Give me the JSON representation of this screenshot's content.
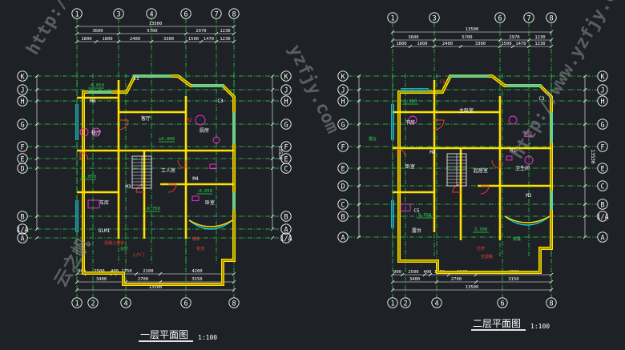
{
  "plans": [
    {
      "title": "一层平面图",
      "scale": "1:100",
      "overall_width": "13500",
      "overall_depth": "13530",
      "grid_top": [
        "1",
        "3",
        "4",
        "6",
        "7",
        "8"
      ],
      "grid_bottom": [
        "1",
        "2",
        "4",
        "6",
        "8"
      ],
      "grid_left": [
        "K",
        "J",
        "H",
        "G",
        "F",
        "E",
        "D",
        "B",
        "A",
        "1/A"
      ],
      "grid_right": [
        "K",
        "J",
        "H",
        "G",
        "F",
        "E",
        "C",
        "B",
        "1/A",
        "A"
      ],
      "dims_top_1": [
        "3600",
        "5700",
        "2970",
        "1230"
      ],
      "dims_top_2": [
        "1800",
        "1800",
        "2400",
        "3300",
        "1500",
        "1470",
        "1230"
      ],
      "dims_bottom_1": [
        "900",
        "2500",
        "400",
        "1750",
        "2100",
        "4200"
      ],
      "dims_bottom_2": [
        "3400",
        "2700",
        "3150"
      ],
      "rooms": [
        "客厅",
        "车库",
        "厨房",
        "餐厅",
        "卧室",
        "工人房",
        "M6",
        "M3",
        "M4",
        "M2",
        "GLM1",
        "C1",
        "C3"
      ],
      "levels": [
        "-0.050",
        "±0.000",
        "-0.050",
        "-0.750",
        "-0.650"
      ],
      "notes": [
        "混凝土坡道",
        "散水",
        "台阶",
        "花池",
        "入户门"
      ]
    },
    {
      "title": "二层平面图",
      "scale": "1:100",
      "overall_width": "13500",
      "overall_depth": "13530",
      "grid_top": [
        "1",
        "3",
        "6",
        "7",
        "8"
      ],
      "grid_bottom": [
        "1",
        "2",
        "4",
        "6",
        "8"
      ],
      "grid_left": [
        "K",
        "J",
        "H",
        "G",
        "F",
        "E",
        "D",
        "C",
        "B",
        "A"
      ],
      "grid_right": [
        "K",
        "J",
        "H",
        "G",
        "F",
        "E",
        "C",
        "B",
        "1/A",
        "A"
      ],
      "dims_top_1": [
        "3600",
        "5700",
        "2970",
        "1230"
      ],
      "dims_top_2": [
        "1800",
        "1800",
        "2400",
        "3300",
        "1500",
        "1470",
        "1230"
      ],
      "dims_bottom_1": [
        "900",
        "2500",
        "400",
        "1750",
        "2100",
        "4200"
      ],
      "dims_bottom_2": [
        "3400",
        "2700",
        "3150"
      ],
      "rooms": [
        "主卧室",
        "卧室",
        "书房",
        "起居室",
        "露台",
        "卫生间",
        "M4",
        "M1",
        "M2",
        "C1",
        "C3",
        "C5"
      ],
      "levels": [
        "3.550",
        "3.550",
        "3.500"
      ],
      "notes": [
        "栏杆",
        "空调板",
        "露台",
        "雨篷"
      ]
    }
  ],
  "watermark_lines": [
    "http://www.yzfjy.com",
    "yzfjy.com",
    "云之帆",
    "http://www.yzfjy.com"
  ],
  "colors": {
    "background": "#1e2227",
    "axis": "#2cd84a",
    "dimension": "#ffffff",
    "wall": "#ffe100",
    "window": "#1fd7e0",
    "door": "#ff3b30",
    "fixture": "#ff2fd6",
    "text": "#ffffff",
    "watermark": "#8a8f96"
  }
}
